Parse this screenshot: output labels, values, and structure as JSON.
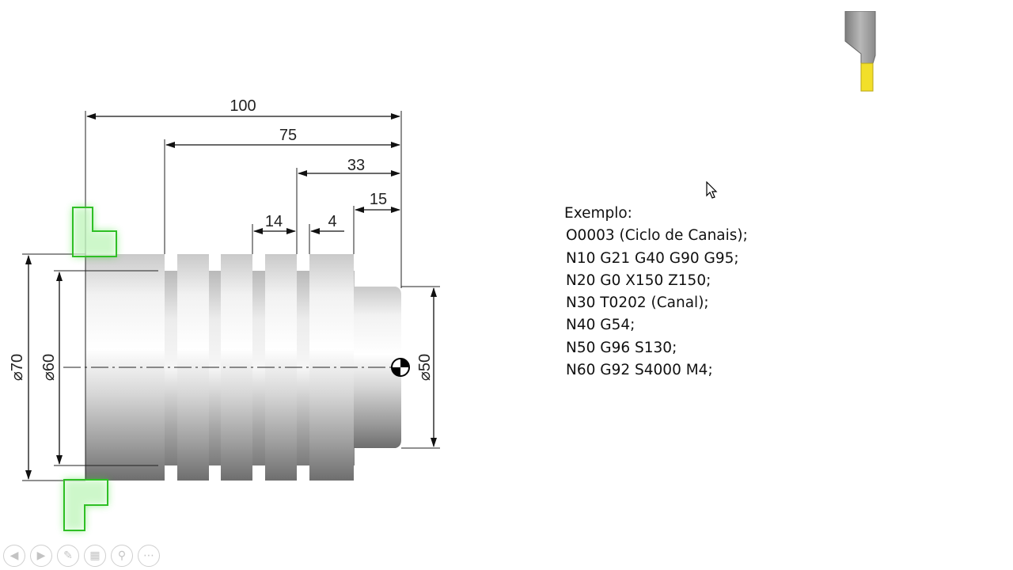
{
  "drawing": {
    "dimensions": {
      "total_length": "100",
      "length_75": "75",
      "length_33": "33",
      "length_15": "15",
      "groove_width_14": "14",
      "land_4": "4",
      "diameter_70": "⌀70",
      "diameter_60": "⌀60",
      "diameter_50": "⌀50"
    }
  },
  "program": {
    "heading": "Exemplo:",
    "lines": [
      "O0003 (Ciclo de Canais);",
      "N10 G21 G40 G90 G95;",
      "N20 G0 X150 Z150;",
      "N30 T0202 (Canal);",
      "N40 G54;",
      "N50 G96 S130;",
      "N60 G92 S4000 M4;"
    ]
  },
  "icons": {
    "cursor": "mouse-pointer-icon",
    "tool": "grooving-tool-icon",
    "nav": [
      "previous-icon",
      "next-icon",
      "pen-icon",
      "slides-icon",
      "zoom-icon",
      "more-icon"
    ]
  },
  "colors": {
    "highlight_green": "#39e02c",
    "tool_insert_yellow": "#f2df2a",
    "tool_body_gray": "#a8a8a8"
  }
}
